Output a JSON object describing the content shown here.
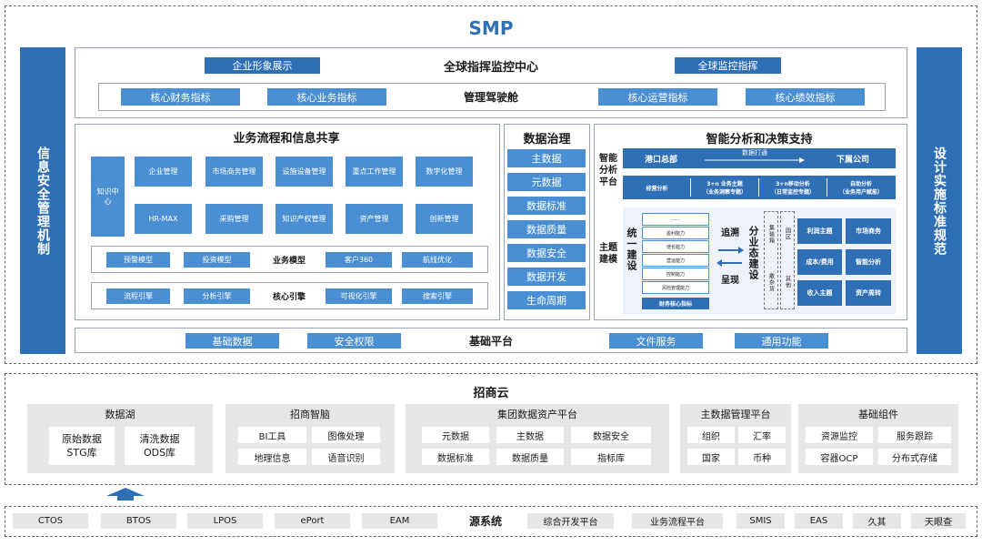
{
  "smp": {
    "title": "SMP"
  },
  "left_pillar": "信息安全管理机制",
  "right_pillar": "设计实施标准规范",
  "command": {
    "left_btn": "企业形象展示",
    "title": "全球指挥监控中心",
    "right_btn": "全球监控指挥"
  },
  "cockpit": {
    "title": "管理驾驶舱",
    "items": [
      "核心财务指标",
      "核心业务指标",
      "核心运营指标",
      "核心绩效指标"
    ]
  },
  "bizflow": {
    "title": "业务流程和信息共享",
    "knowledge": "知识中心",
    "tiles": [
      "企业管理",
      "市场商务管理",
      "设施设备管理",
      "重点工作管理",
      "数字化管理",
      "HR-MAX",
      "采购管理",
      "知识产权管理",
      "资产管理",
      "创新管理"
    ],
    "biz_model": {
      "label": "业务模型",
      "items": [
        "预警模型",
        "投资模型",
        "客户360",
        "航线优化"
      ]
    },
    "core_engine": {
      "label": "核心引擎",
      "items": [
        "流程引擎",
        "分析引擎",
        "可视化引擎",
        "搜索引擎"
      ]
    }
  },
  "governance": {
    "title": "数据治理",
    "items": [
      "主数据",
      "元数据",
      "数据标准",
      "数据质量",
      "数据安全",
      "数据开发",
      "生命周期"
    ]
  },
  "analytics": {
    "title": "智能分析和决策支持",
    "platform_label": "智能分析平台",
    "hq": "港口总部",
    "flow": "数据打通",
    "sub": "下属公司",
    "cells": [
      {
        "line1": "经营分析",
        "line2": ""
      },
      {
        "line1": "3+n 业务主题",
        "line2": "（业务洞察专题）"
      },
      {
        "line1": "3+n移动分析",
        "line2": "（日常监控专题）"
      },
      {
        "line1": "自助分析",
        "line2": "（业务用户赋能）"
      }
    ],
    "theme_label": "主题建模",
    "unify": "统一建设",
    "stack": [
      "……",
      "盈利能力",
      "增长能力",
      "营运能力",
      "控制能力",
      "风险管理能力"
    ],
    "finance": "财务核心指标",
    "trace": "追溯",
    "present": "呈现",
    "multi": "分业态建设",
    "col1": [
      "集装箱",
      "散杂货"
    ],
    "col2": [
      "园区",
      "其他"
    ],
    "topics": [
      "利润主题",
      "市场商务",
      "成本/费用",
      "智能分析",
      "收入主题",
      "资产周转"
    ]
  },
  "base_platform": {
    "title": "基础平台",
    "items": [
      "基础数据",
      "安全权限",
      "文件服务",
      "通用功能"
    ]
  },
  "cloud": {
    "title": "招商云",
    "groups": [
      {
        "title": "数据湖",
        "items": [
          "原始数据STG库",
          "清洗数据ODS库"
        ]
      },
      {
        "title": "招商智脑",
        "items": [
          "BI工具",
          "图像处理",
          "地理信息",
          "语音识别"
        ]
      },
      {
        "title": "集团数据资产平台",
        "items": [
          "元数据",
          "主数据",
          "数据安全",
          "数据标准",
          "数据质量",
          "指标库"
        ]
      },
      {
        "title": "主数据管理平台",
        "items": [
          "组织",
          "汇率",
          "国家",
          "币种"
        ]
      },
      {
        "title": "基础组件",
        "items": [
          "资源监控",
          "服务跟踪",
          "容器OCP",
          "分布式存储"
        ]
      }
    ]
  },
  "source": {
    "label": "源系统",
    "left": [
      "CTOS",
      "BTOS",
      "LPOS",
      "ePort",
      "EAM"
    ],
    "right": [
      "综合开发平台",
      "业务流程平台",
      "SMIS",
      "EAS",
      "久其",
      "天眼查"
    ]
  },
  "colors": {
    "dark_blue": "#2f6fb6",
    "light_blue": "#4a8fd3",
    "grey": "#e6e6e6"
  }
}
